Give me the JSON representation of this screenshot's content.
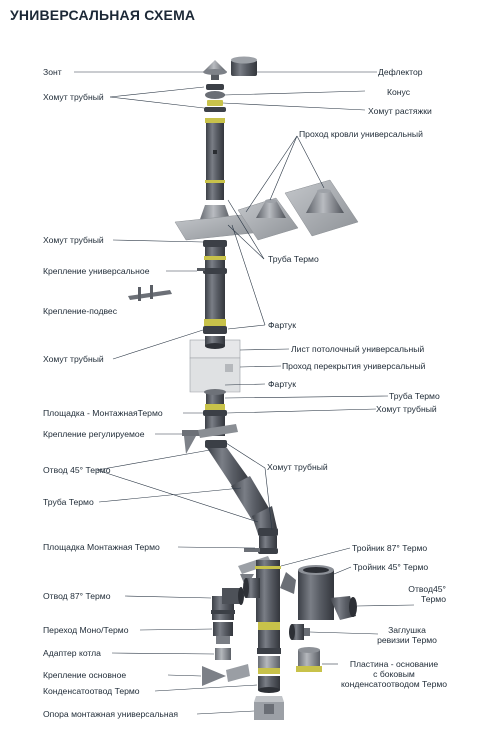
{
  "title": "УНИВЕРСАЛЬНАЯ СХЕМА",
  "labels": {
    "zont": "Зонт",
    "deflektor": "Дефлектор",
    "konus": "Конус",
    "khomut_trubny": "Хомут трубный",
    "khomut_rastyazhki": "Хомут растяжки",
    "prokhod_krovli": "Проход кровли универсальный",
    "truba_termo": "Труба Термо",
    "kreplenie_universalnoe": "Крепление универсальное",
    "kreplenie_podves": "Крепление-подвес",
    "fartuk": "Фартук",
    "list_potolochny": "Лист потолочный универсальный",
    "prokhod_perekrytiya": "Проход перекрытия универсальный",
    "ploshchadka_montazhnaya_termo_1": "Площадка - МонтажнаяТермо",
    "kreplenie_reguliruemoe": "Крепление регулируемое",
    "otvod_45_termo": "Отвод 45° Термо",
    "ploshchadka_montazhnaya_termo_2": "Площадка Монтажная Термо",
    "troynik_87_termo": "Тройник 87° Термо",
    "troynik_45_termo": "Тройник 45° Термо",
    "otvod_87_termo": "Отвод 87° Термо",
    "otvod_45_termo_right_1": "Отвод45°",
    "otvod_45_termo_right_2": "Термо",
    "perekhod_mono_termo": "Переход Моно/Термо",
    "zaglushka_1": "Заглушка",
    "zaglushka_2": "ревизии Термо",
    "adapter_kotla": "Адаптер котла",
    "kreplenie_osnovnoe": "Крепление основное",
    "plastina_1": "Пластина - основание",
    "plastina_2": "с боковым",
    "plastina_3": "конденсатоотводом Термо",
    "kondensatootvod_termo": "Конденсатоотвод Термо",
    "opora_montazhnaya": "Опора монтажная универсальная"
  },
  "colors": {
    "pipe_dark": "#4a4e55",
    "pipe_mid": "#6d7179",
    "pipe_light": "#9a9ea5",
    "ring_yellow": "#c8c24a",
    "sheet_light": "#c9ccd0",
    "text": "#1e2a36"
  }
}
